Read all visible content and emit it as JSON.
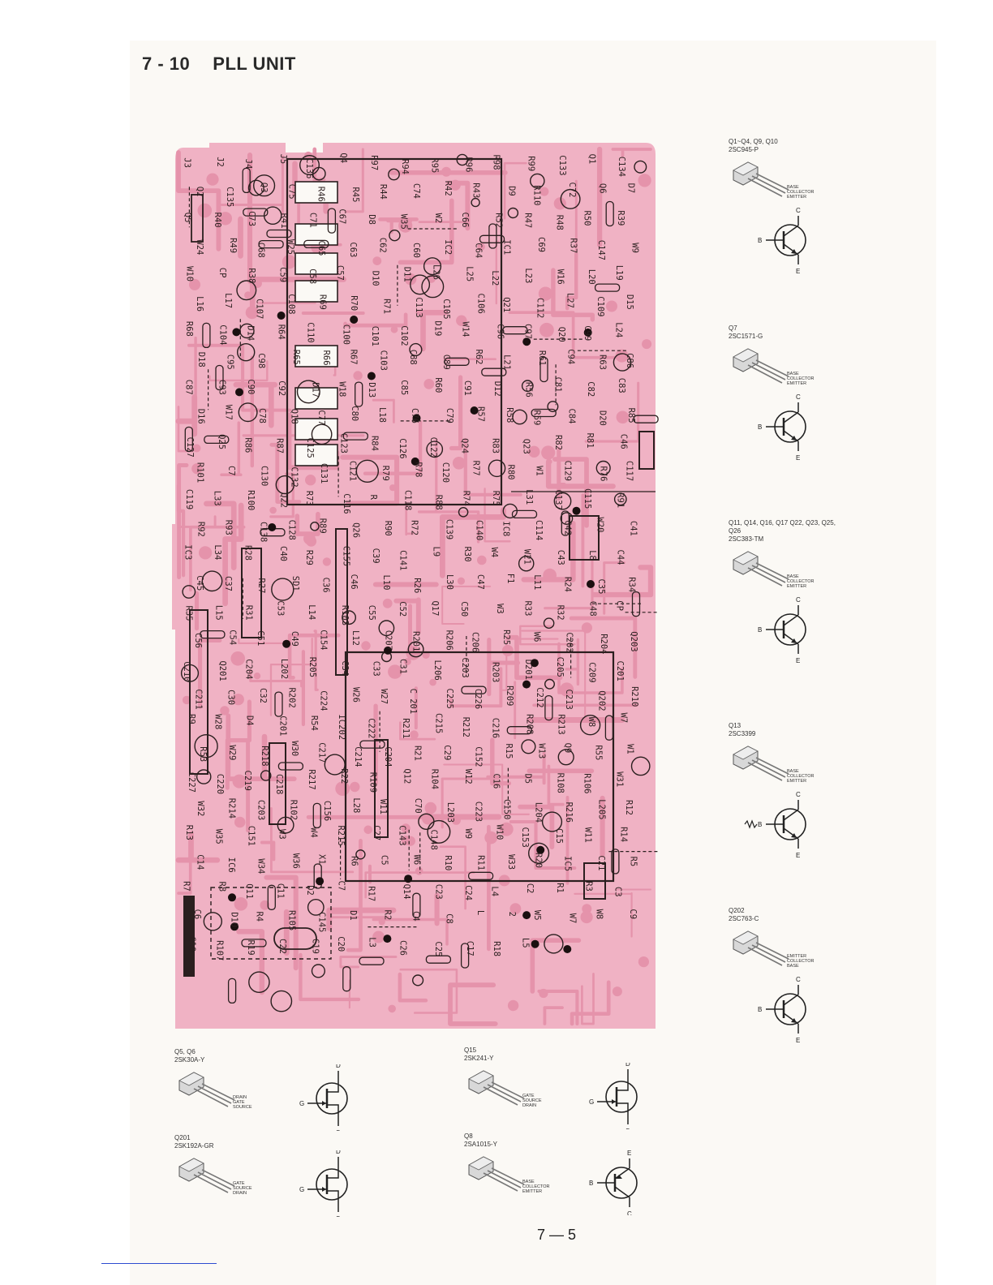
{
  "section": {
    "number": "7 - 10",
    "title": "PLL UNIT"
  },
  "page_number": "7 — 5",
  "colors": {
    "board": "#f0b2c4",
    "trace": "#e593ab",
    "ink": "#2b1f1f",
    "paper": "#fbf9f5"
  },
  "board_labels": [
    "J3",
    "J2",
    "J4",
    "J5",
    "C136",
    "Q4",
    "R97",
    "R94",
    "R95",
    "R96",
    "R98",
    "R99",
    "C133",
    "Q1",
    "C134",
    "Q2",
    "C135",
    "Q3",
    "C75",
    "R46",
    "R45",
    "R44",
    "C74",
    "R42",
    "R43",
    "D9",
    "R110",
    "C72",
    "Q6",
    "D7",
    "Q5",
    "R40",
    "C73",
    "R41",
    "C71",
    "C67",
    "D8",
    "W35",
    "W2",
    "C66",
    "R52",
    "R47",
    "R48",
    "R50",
    "R39",
    "W24",
    "R49",
    "C68",
    "W25",
    "C65",
    "C63",
    "C62",
    "C60",
    "IC2",
    "C64",
    "IC1",
    "C69",
    "R37",
    "C147",
    "W9",
    "W10",
    "CP",
    "R38",
    "C59",
    "C58",
    "C57",
    "D10",
    "D11",
    "L26",
    "L25",
    "L22",
    "L23",
    "W16",
    "L20",
    "L19",
    "L16",
    "L17",
    "C107",
    "C108",
    "R69",
    "R70",
    "R71",
    "C113",
    "C105",
    "C106",
    "Q21",
    "C112",
    "L27",
    "C109",
    "D15",
    "R68",
    "C104",
    "D14",
    "R64",
    "C110",
    "C100",
    "C101",
    "C102",
    "D19",
    "W14",
    "C96",
    "C97",
    "Q20",
    "C99",
    "L24",
    "D18",
    "C95",
    "C98",
    "R65",
    "R66",
    "R67",
    "C103",
    "C88",
    "C89",
    "R62",
    "L21",
    "R61",
    "C94",
    "R63",
    "C86",
    "C87",
    "C93",
    "C90",
    "C92",
    "D17",
    "W18",
    "D13",
    "C85",
    "R60",
    "C91",
    "D12",
    "R56",
    "C81",
    "C82",
    "C83",
    "D16",
    "W17",
    "C78",
    "Q18",
    "C77",
    "C80",
    "L18",
    "C76",
    "C79",
    "R57",
    "R58",
    "R59",
    "C84",
    "D20",
    "R85",
    "C127",
    "Q25",
    "R86",
    "R87",
    "C125",
    "C123",
    "R84",
    "C126",
    "C122",
    "Q24",
    "R83",
    "Q23",
    "R82",
    "R81",
    "C46",
    "R101",
    "C7",
    "C130",
    "C132",
    "C131",
    "C121",
    "R79",
    "R78",
    "C120",
    "R77",
    "R80",
    "W1",
    "C129",
    "R76",
    "C117",
    "C119",
    "L33",
    "R100",
    "Q22",
    "R73",
    "C116",
    "R",
    "C118",
    "R88",
    "R74",
    "R75",
    "L31",
    "C137",
    "C115",
    "R91",
    "R92",
    "R93",
    "C138",
    "C128",
    "R89",
    "Q26",
    "R90",
    "R72",
    "C139",
    "C140",
    "IC8",
    "C114",
    "C42",
    "W20",
    "C41",
    "IC3",
    "L34",
    "R28",
    "C40",
    "R29",
    "C155",
    "C39",
    "C141",
    "L9",
    "R30",
    "W4",
    "W21",
    "C43",
    "L8",
    "C44",
    "C45",
    "C37",
    "R27",
    "SD1",
    "C36",
    "C46",
    "L10",
    "R26",
    "L30",
    "C47",
    "F1",
    "L11",
    "R24",
    "C35",
    "R34",
    "R35",
    "L15",
    "R31",
    "C53",
    "L14",
    "R103",
    "C55",
    "C52",
    "Q17",
    "C50",
    "W3",
    "R33",
    "R32",
    "C48",
    "CP",
    "C56",
    "C54",
    "C51",
    "C49",
    "C154",
    "L12",
    "C207",
    "R201",
    "R206",
    "C206",
    "R25",
    "W6",
    "C202",
    "R204",
    "Q203",
    "C210",
    "Q201",
    "C204",
    "L202",
    "R205",
    "C34",
    "C33",
    "C31",
    "L206",
    "C203",
    "R203",
    "D201",
    "C205",
    "C209",
    "C201",
    "C211",
    "C30",
    "C32",
    "R202",
    "C224",
    "W26",
    "W27",
    "C 201",
    "C225",
    "C226",
    "R209",
    "C212",
    "C213",
    "Q202",
    "R210",
    "R9",
    "W28",
    "D4",
    "C201",
    "R54",
    "IC202",
    "C222",
    "R211",
    "C215",
    "R212",
    "C216",
    "R208",
    "R213",
    "W8",
    "W7",
    "R53",
    "W29",
    "R218",
    "W30",
    "C217",
    "C214",
    "C204",
    "R21",
    "C29",
    "C152",
    "R15",
    "W13",
    "Q9",
    "R55",
    "W1",
    "C227",
    "C220",
    "C219",
    "C218",
    "R217",
    "R22",
    "R109",
    "Q12",
    "R104",
    "W12",
    "C16",
    "D5",
    "R108",
    "R106",
    "W31",
    "W32",
    "R214",
    "C203",
    "R102",
    "C156",
    "L28",
    "W11",
    "C70",
    "L203",
    "C223",
    "C150",
    "L204",
    "R216",
    "L205",
    "R12",
    "R13",
    "W35",
    "C151",
    "W3",
    "W4",
    "R215",
    "C27",
    "C143",
    "C148",
    "W9",
    "W10",
    "C153",
    "C15",
    "W11",
    "R14",
    "C14",
    "IC6",
    "W34",
    "W36",
    "X1",
    "R6",
    "C5",
    "W6",
    "R10",
    "R11",
    "W33",
    "R20",
    "IC5",
    "C21",
    "R5",
    "R7",
    "R8",
    "Q11",
    "C11",
    "D2",
    "C7",
    "R17",
    "Q14",
    "C23",
    "C24",
    "L4",
    "C2",
    "R1",
    "R3",
    "C3",
    "C6",
    "D10",
    "R4",
    "R105",
    "C145",
    "D1",
    "R2",
    "C4",
    "C8",
    "L",
    "2",
    "W5",
    "W7",
    "W8",
    "C9",
    "C10",
    "R107",
    "R19",
    "C22",
    "C19",
    "C20",
    "L3",
    "C26",
    "C25",
    "C17",
    "R18",
    "L5"
  ],
  "transistors": [
    {
      "id": "npn1",
      "refs": "Q1~Q4, Q9, Q10",
      "part": "2SC945-P",
      "pins": [
        "BASE",
        "COLLECTOR",
        "EMITTER"
      ],
      "sym": {
        "b": "B",
        "c": "C",
        "e": "E"
      }
    },
    {
      "id": "npn2",
      "refs": "Q7",
      "part": "2SC1571-G",
      "pins": [
        "BASE",
        "COLLECTOR",
        "EMITTER"
      ],
      "sym": {
        "b": "B",
        "c": "C",
        "e": "E"
      }
    },
    {
      "id": "npn3",
      "refs": "Q11, Q14, Q16, Q17 Q22, Q23, Q25, Q26",
      "part": "2SC383-TM",
      "pins": [
        "BASE",
        "COLLECTOR",
        "EMITTER"
      ],
      "sym": {
        "b": "B",
        "c": "C",
        "e": "E"
      }
    },
    {
      "id": "npn4",
      "refs": "Q13",
      "part": "2SC3399",
      "pins": [
        "BASE",
        "COLLECTOR",
        "EMITTER"
      ],
      "sym": {
        "b": "B",
        "c": "C",
        "e": "E"
      }
    },
    {
      "id": "npn5",
      "refs": "Q202",
      "part": "2SC763-C",
      "pins": [
        "EMITTER",
        "COLLECTOR",
        "BASE"
      ],
      "sym": {
        "b": "B",
        "c": "C",
        "e": "E"
      }
    },
    {
      "id": "fet1",
      "refs": "Q5, Q6",
      "part": "2SK30A-Y",
      "pins": [
        "DRAIN",
        "GATE",
        "SOURCE"
      ],
      "sym": {
        "g": "G",
        "d": "D",
        "s": "S"
      }
    },
    {
      "id": "fet2",
      "refs": "Q15",
      "part": "2SK241-Y",
      "pins": [
        "GATE",
        "SOURCE",
        "DRAIN"
      ],
      "sym": {
        "g": "G",
        "d": "D",
        "s": "S"
      }
    },
    {
      "id": "fet3",
      "refs": "Q201",
      "part": "2SK192A-GR",
      "pins": [
        "GATE",
        "SOURCE",
        "DRAIN"
      ],
      "sym": {
        "g": "G",
        "d": "D",
        "s": "S"
      }
    },
    {
      "id": "pnp1",
      "refs": "Q8",
      "part": "2SA1015-Y",
      "pins": [
        "BASE",
        "COLLECTOR",
        "EMITTER"
      ],
      "sym": {
        "b": "B",
        "c": "C",
        "e": "E"
      }
    }
  ]
}
